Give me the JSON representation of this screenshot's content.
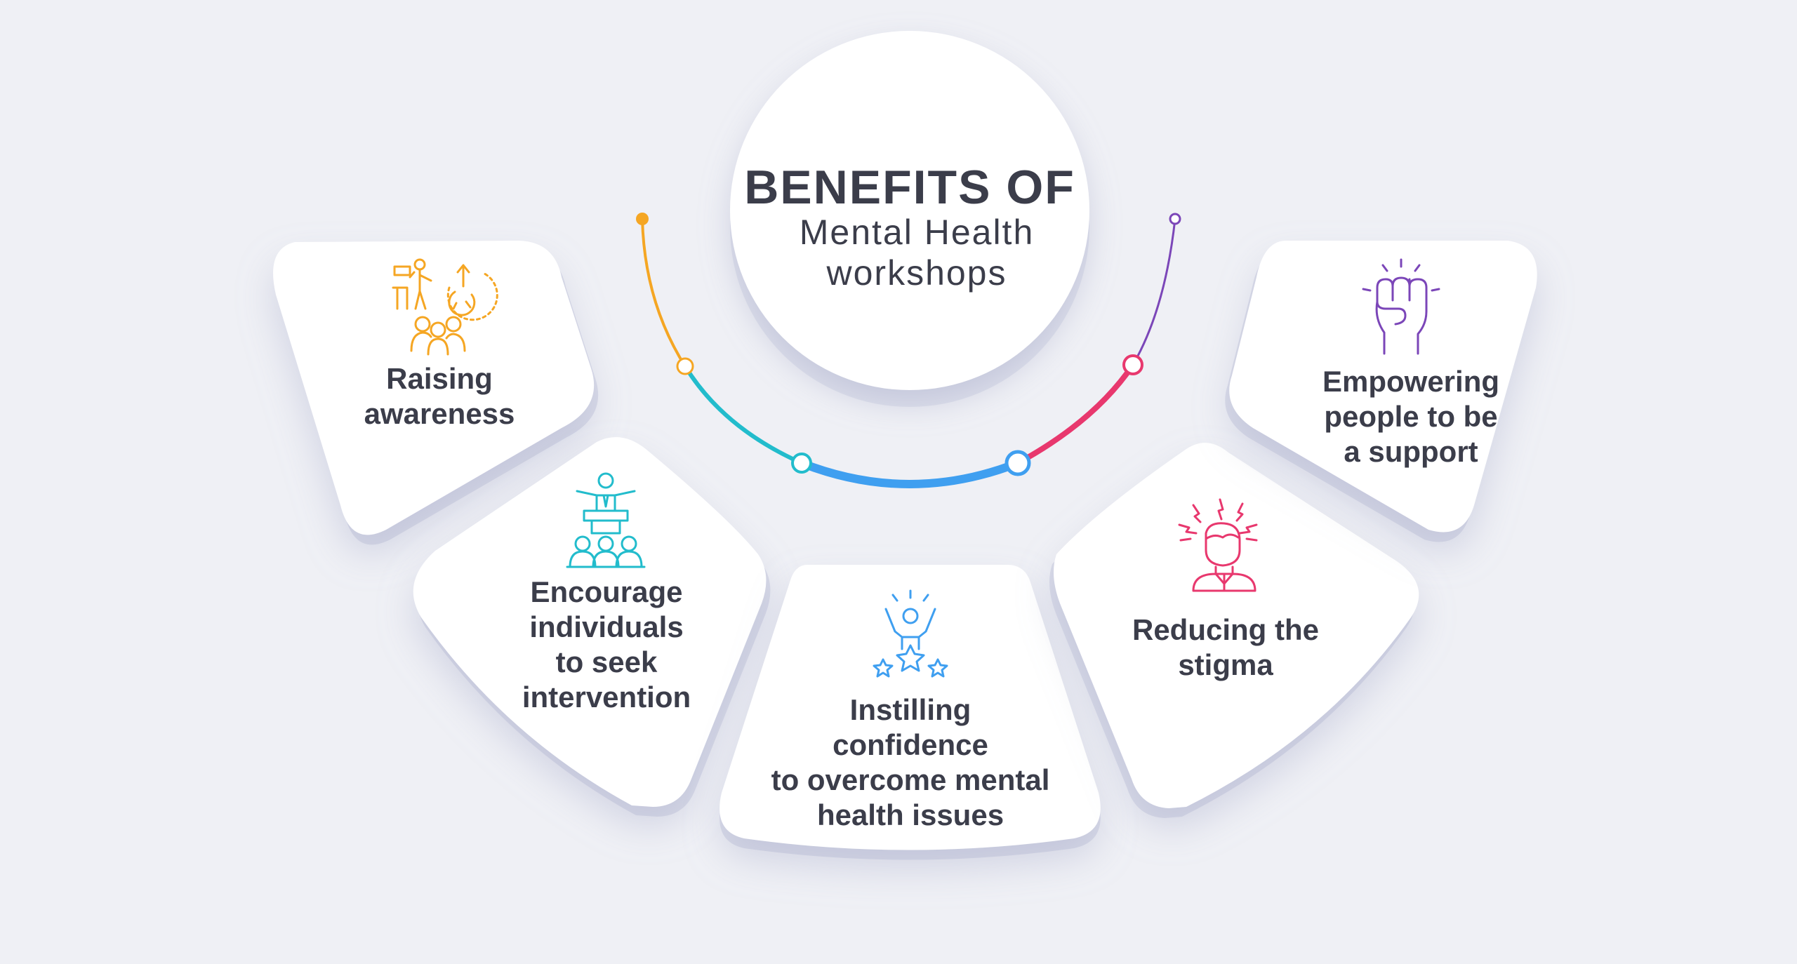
{
  "title": {
    "line1": "BENEFITS OF",
    "line2": "Mental Health",
    "line3": "workshops"
  },
  "colors": {
    "background": "#eff0f5",
    "card": "#ffffff",
    "text": "#3b3d4a",
    "orange": "#f5a623",
    "teal": "#22bccc",
    "blue": "#3f9ff0",
    "pink": "#e8386e",
    "purple": "#7b46b8"
  },
  "cards": [
    {
      "id": "raising",
      "icon": "awareness-people-icon",
      "color": "#f5a623",
      "lines": [
        "Raising",
        "awareness"
      ]
    },
    {
      "id": "encourage",
      "icon": "speaker-audience-icon",
      "color": "#22bccc",
      "lines": [
        "Encourage",
        "individuals",
        "to seek",
        "intervention"
      ]
    },
    {
      "id": "instilling",
      "icon": "achiever-stars-icon",
      "color": "#3f9ff0",
      "lines": [
        "Instilling",
        "confidence",
        "to overcome mental",
        "health issues"
      ]
    },
    {
      "id": "reducing",
      "icon": "stressed-person-icon",
      "color": "#e8386e",
      "lines": [
        "Reducing the",
        "stigma"
      ]
    },
    {
      "id": "empowering",
      "icon": "raised-fist-icon",
      "color": "#7b46b8",
      "lines": [
        "Empowering",
        "people to be",
        "a support"
      ]
    }
  ]
}
